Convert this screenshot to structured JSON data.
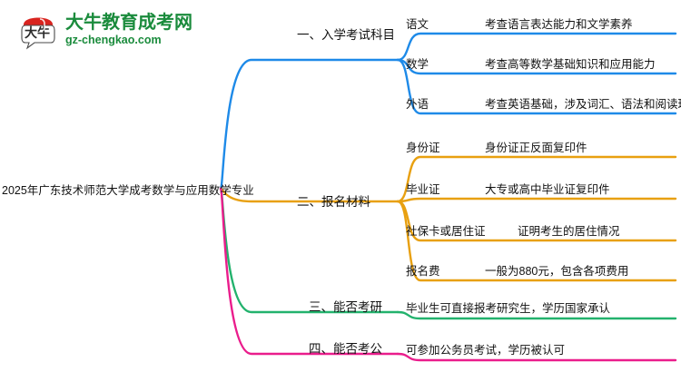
{
  "logo": {
    "name": "大牛教育成考网",
    "url": "gz-chengkao.com",
    "mark_text": "大牛",
    "brand_green": "#1a8b3c",
    "brand_red": "#d9241f"
  },
  "mindmap": {
    "root": {
      "label": "2025年广东技术师范大学成考数学与应用数学专业"
    },
    "branches": [
      {
        "label": "一、入学考试科目",
        "color": "#1e8ae8",
        "children": [
          {
            "key": "语文",
            "value": "考查语言表达能力和文学素养"
          },
          {
            "key": "数学",
            "value": "考查高等数学基础知识和应用能力"
          },
          {
            "key": "外语",
            "value": "考查英语基础，涉及词汇、语法和阅读理解"
          }
        ]
      },
      {
        "label": "二、报名材料",
        "color": "#e8a010",
        "children": [
          {
            "key": "身份证",
            "value": "身份证正反面复印件"
          },
          {
            "key": "毕业证",
            "value": "大专或高中毕业证复印件"
          },
          {
            "key": "社保卡或居住证",
            "value": "证明考生的居住情况"
          },
          {
            "key": "报名费",
            "value": "一般为880元，包含各项费用"
          }
        ]
      },
      {
        "label": "三、能否考研",
        "color": "#23b26d",
        "children": [
          {
            "key": "",
            "value": "毕业生可直接报考研究生，学历国家承认"
          }
        ]
      },
      {
        "label": "四、能否考公",
        "color": "#ea1d8c",
        "children": [
          {
            "key": "",
            "value": "可参加公务员考试，学历被认可"
          }
        ]
      }
    ]
  }
}
